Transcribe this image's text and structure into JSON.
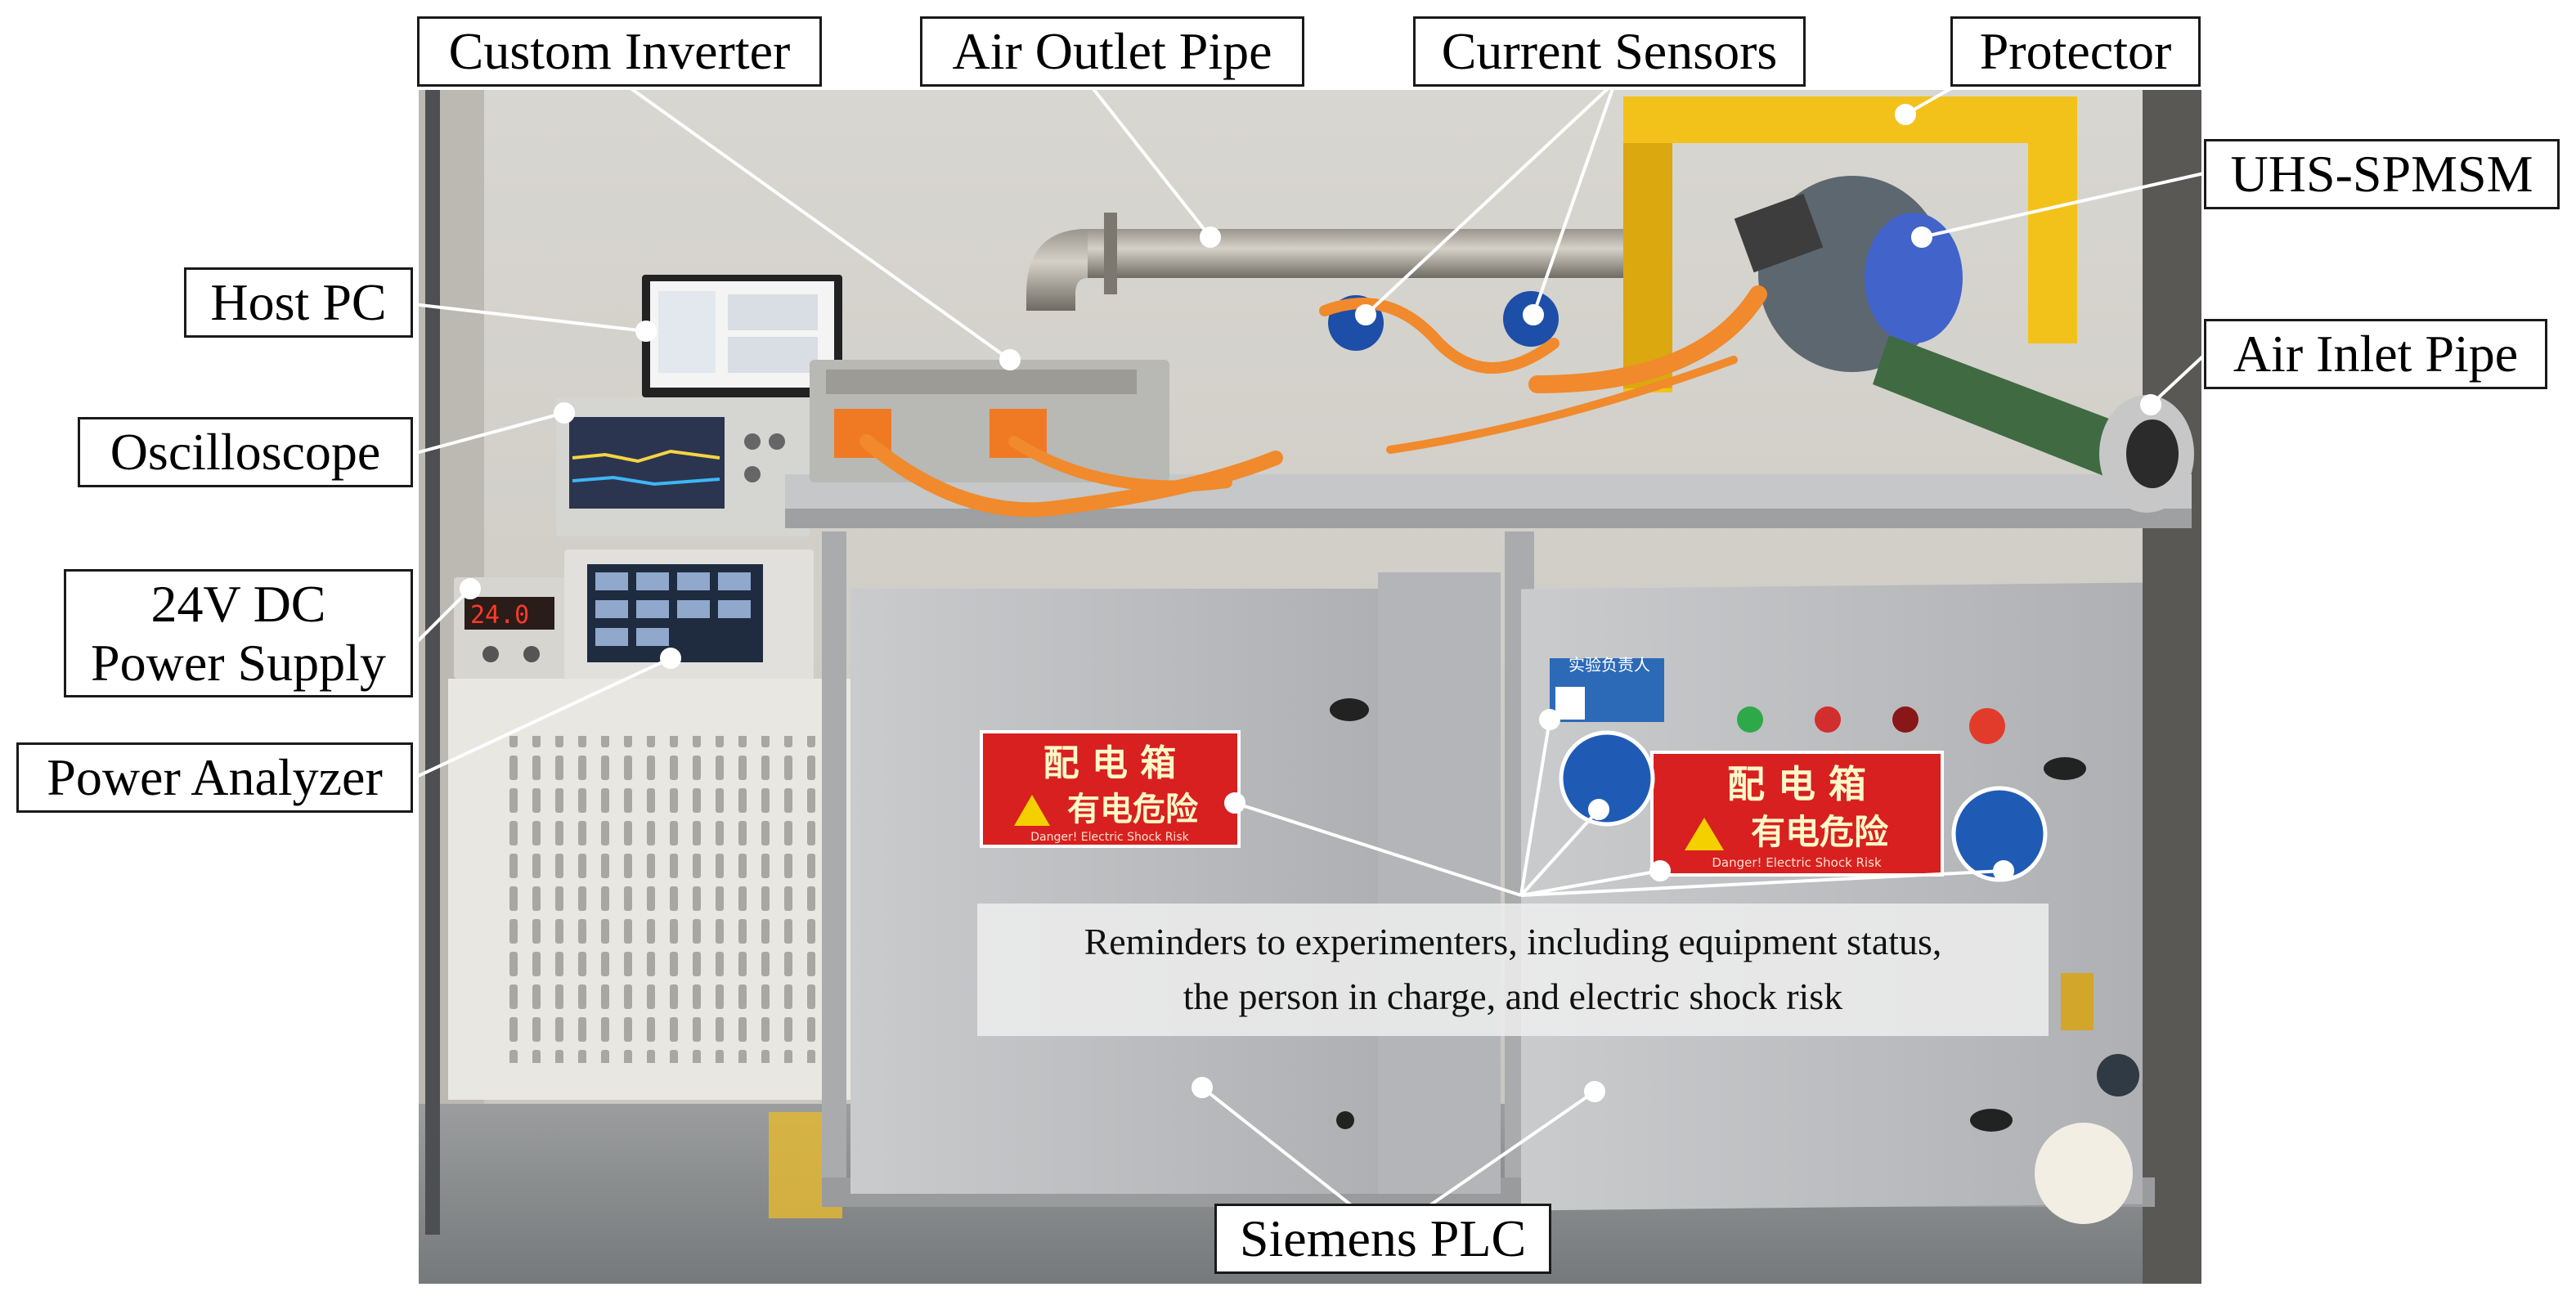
{
  "figure": {
    "labels": {
      "custom_inverter": "Custom Inverter",
      "air_outlet_pipe": "Air Outlet Pipe",
      "current_sensors": "Current Sensors",
      "protector": "Protector",
      "uhs_spmsm": "UHS-SPMSM",
      "air_inlet_pipe": "Air Inlet Pipe",
      "host_pc": "Host PC",
      "oscilloscope": "Oscilloscope",
      "dc_supply_line1": "24V DC",
      "dc_supply_line2": "Power Supply",
      "power_analyzer": "Power Analyzer",
      "siemens_plc": "Siemens PLC"
    },
    "reminder": {
      "line1": "Reminders to experimenters, including equipment status,",
      "line2": "the person in charge, and electric shock risk"
    },
    "photo_signs": {
      "sign_title": "配 电 箱",
      "sign_warning": "有电危险",
      "sign_english": "Danger! Electric Shock Risk",
      "badge_title": "实验负责人"
    },
    "colors": {
      "callout_border": "#1a1a1a",
      "leader_line": "#ffffff",
      "protector_yellow": "#f2c21b",
      "cable_orange": "#f08a2c",
      "cabinet_gray": "#b9bbbd",
      "sign_red": "#d7201f",
      "floor_gray": "#8c8f92"
    }
  }
}
